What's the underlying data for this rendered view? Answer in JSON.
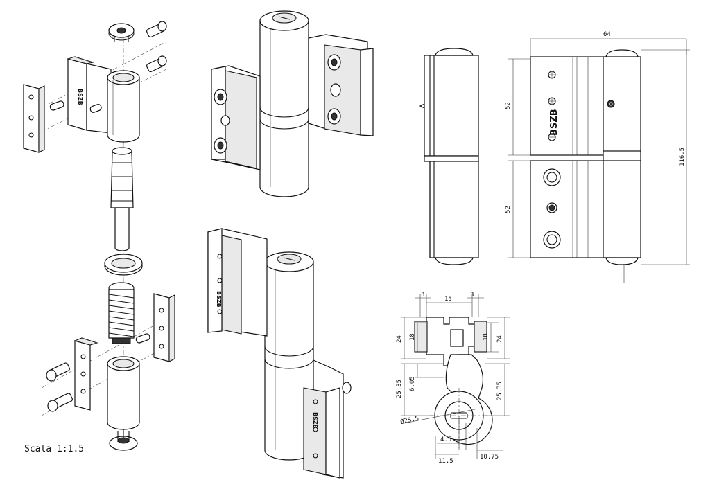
{
  "scale_label": "Scala 1:1.5",
  "brand": "BSZB",
  "dimensions": {
    "front_width": "64",
    "upper_leaf": "52",
    "lower_leaf": "52",
    "total_height": "116.5",
    "gap_left": "3",
    "slot_width": "15",
    "gap_right": "3",
    "outer_left": "24",
    "inner_left": "18",
    "inner_right": "18",
    "outer_right": "24",
    "offset_left": "25.35",
    "offset_small": "6.05",
    "offset_right": "25.35",
    "barrel_diameter": "Ø25.5",
    "pin_offset": "4.5",
    "bottom_left": "11.5",
    "bottom_right": "10.75"
  }
}
